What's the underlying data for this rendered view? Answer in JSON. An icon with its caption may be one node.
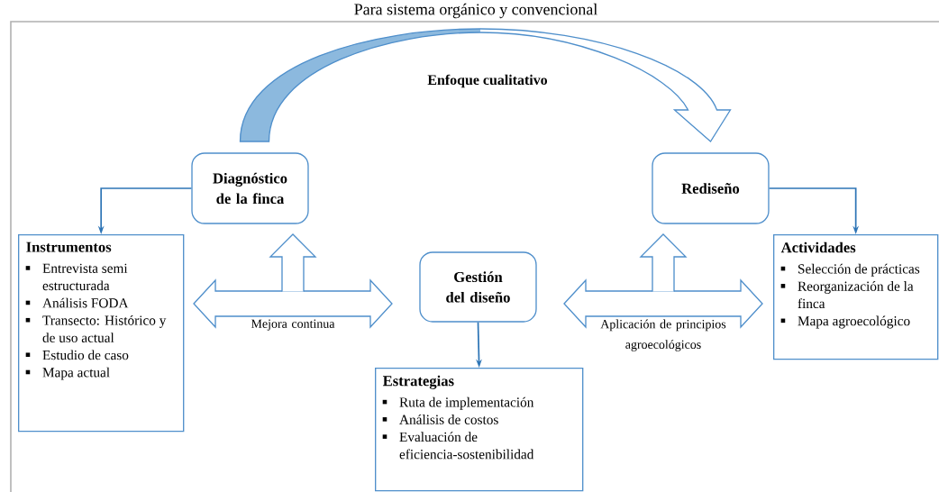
{
  "diagram": {
    "title": "Para sistema orgánico y convencional",
    "nodes": [
      {
        "text": [
          "Diagnóstico de la finca"
        ]
      },
      {
        "text": [
          "Rediseño"
        ]
      },
      {
        "text": [
          "Instrumentos",
          "Entrevista semi estructurada",
          "Análisis FODA",
          "Transecto: Histórico y de uso actual",
          "Estudio de caso",
          "Mapa actual"
        ]
      },
      {
        "text": [
          "Gestión del diseño"
        ]
      },
      {
        "text": [
          "Estrategias",
          "Ruta de implementación",
          "Análisis de costos",
          "Evaluación de eficiencia-sostenibilidad"
        ]
      },
      {
        "text": [
          "Actividades",
          "Selección de prácticas",
          "Reorganización de la finca",
          "Mapa agroecológico"
        ]
      }
    ],
    "edges": [
      {
        "from": 0,
        "to": 1,
        "arrow": "to",
        "style": "thick",
        "label": "Enfoque cualitativo"
      },
      {
        "from": 0,
        "to": 2,
        "arrow": "to"
      },
      {
        "from": 1,
        "to": 5,
        "arrow": "to"
      },
      {
        "from": 3,
        "to": 4,
        "arrow": "to"
      },
      {
        "from": 2,
        "to": 3,
        "arrow": "both",
        "style": "thick",
        "label": "Mejora continua"
      },
      {
        "from": null,
        "to": 0,
        "arrow": "to",
        "style": "thick"
      },
      {
        "from": 3,
        "to": 5,
        "arrow": "both",
        "style": "thick",
        "label": "Aplicación de principios agroecológicos"
      },
      {
        "from": null,
        "to": 1,
        "arrow": "to",
        "style": "thick"
      }
    ]
  }
}
